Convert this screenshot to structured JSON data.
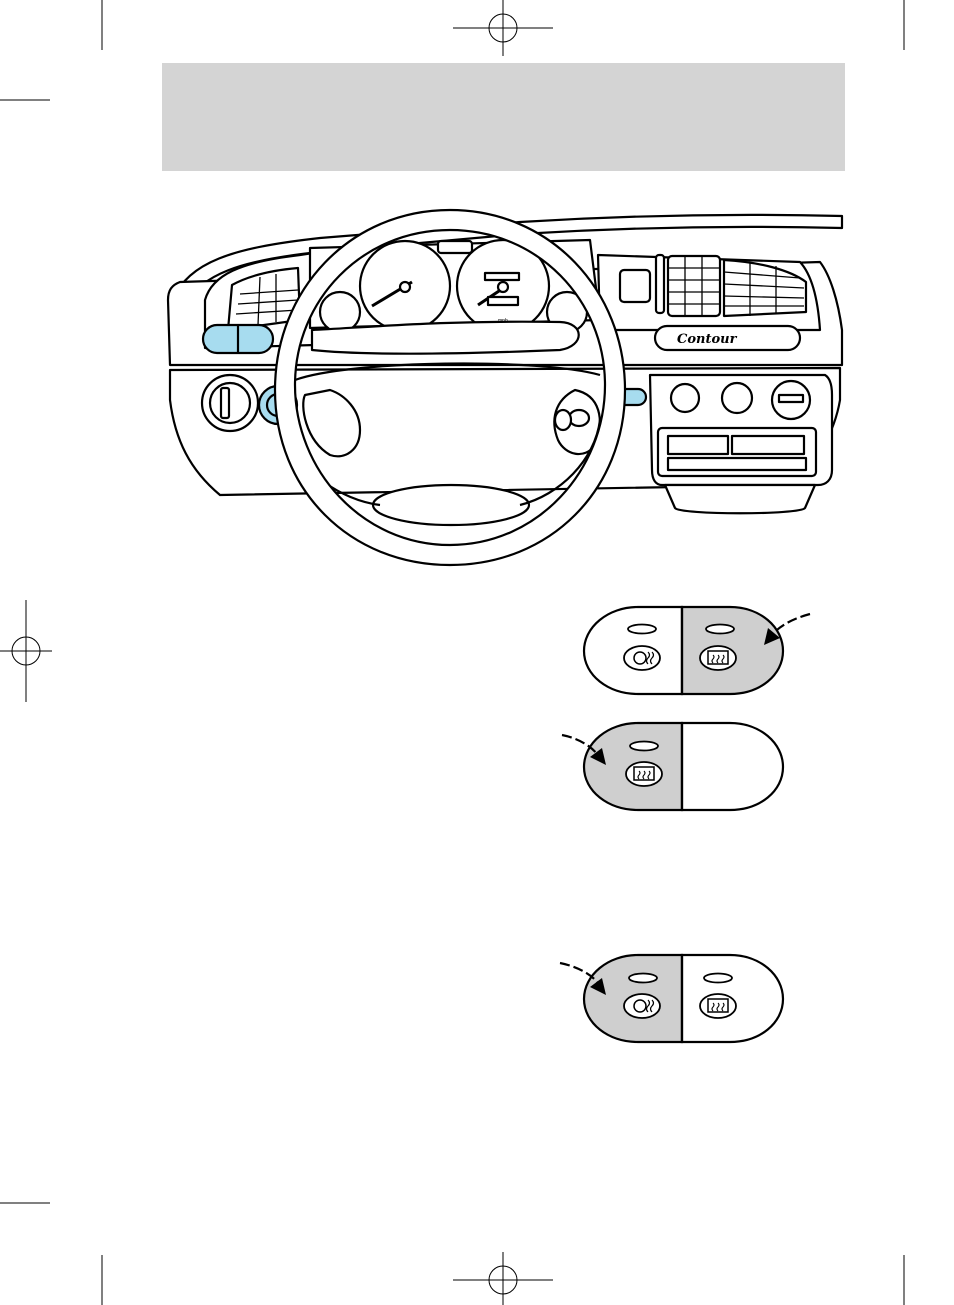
{
  "dashboard": {
    "badge_text": "Contour",
    "speedo_unit": "mph",
    "colors": {
      "highlight_control": "#a7dcef",
      "pressed_button": "#cfcfcf",
      "line": "#000000",
      "header_band": "#d4d4d4"
    }
  },
  "buttons": [
    {
      "name": "rear-window-defrost-pressed",
      "icons": [
        "heated-mirror-icon",
        "rear-defrost-icon"
      ],
      "pressed": "right"
    },
    {
      "name": "rear-window-defrost-only",
      "icons": [
        "rear-defrost-icon"
      ],
      "pressed": "left"
    },
    {
      "name": "heated-mirror-pressed",
      "icons": [
        "heated-mirror-icon",
        "rear-defrost-icon"
      ],
      "pressed": "left"
    }
  ]
}
